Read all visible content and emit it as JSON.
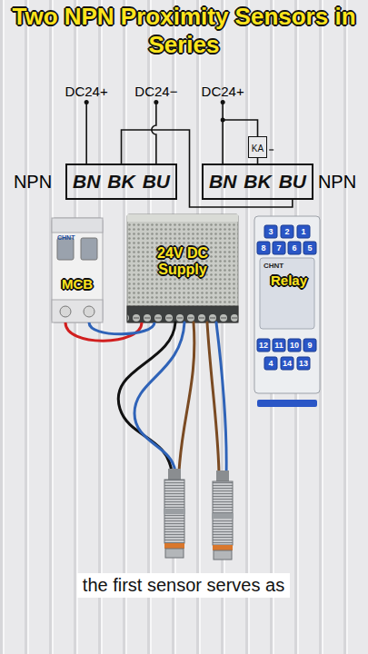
{
  "diagram": {
    "title": "Two NPN Proximity Sensors in Series",
    "caption": "the first sensor serves as",
    "nodes": [
      {
        "text": [
          "BN",
          "BK",
          "BU"
        ]
      },
      {
        "text": [
          "KA"
        ]
      },
      {
        "text": [
          "BN",
          "BK",
          "BU"
        ]
      },
      {
        "text": [
          "CHNT",
          "MCB"
        ]
      },
      {
        "text": [
          "24V DC Supply"
        ]
      },
      {
        "text": [
          "CHNT",
          "Relay"
        ]
      }
    ],
    "edges": [
      {
        "from": 0,
        "to": 2,
        "arrow": "none"
      },
      {
        "from": 1,
        "to": 2,
        "arrow": "none"
      },
      {
        "from": 3,
        "to": 4,
        "arrow": "none"
      }
    ],
    "labels": [
      "DC24+",
      "DC24−",
      "DC24+",
      "NPN",
      "NPN",
      "3",
      "2",
      "1",
      "8",
      "7",
      "6",
      "5",
      "12",
      "11",
      "10",
      "9",
      "4",
      "14",
      "13"
    ]
  }
}
